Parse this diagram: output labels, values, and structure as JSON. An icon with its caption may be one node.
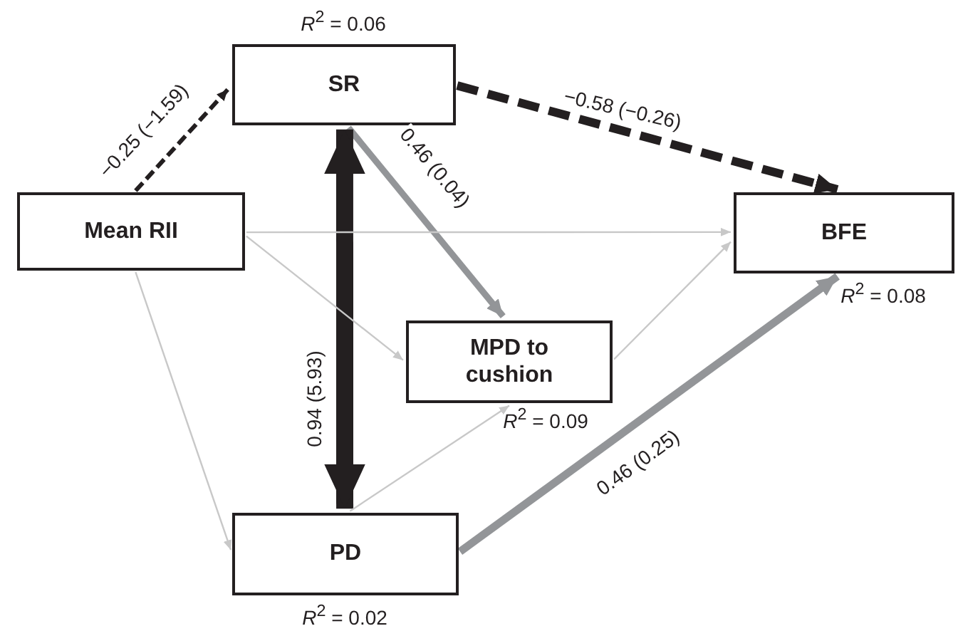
{
  "diagram": {
    "nodes": [
      {
        "text": [
          "Mean RII"
        ]
      },
      {
        "text": [
          "SR"
        ],
        "beside": [
          "*R*$^{2}$ = 0.06"
        ]
      },
      {
        "text": [
          "BFE"
        ],
        "beside": [
          "*R*$^{2}$ = 0.08"
        ]
      },
      {
        "text": [
          "MPD to cushion"
        ],
        "beside": [
          "*R*$^{2}$ = 0.09"
        ]
      },
      {
        "text": [
          "PD"
        ],
        "beside": [
          "*R*$^{2}$ = 0.02"
        ]
      }
    ],
    "edges": [
      {
        "from": 0,
        "to": 1,
        "arrow": "to",
        "label": "−0.25 (−1.59)",
        "style": "dashed",
        "color": "#231f20"
      },
      {
        "from": 1,
        "to": 2,
        "arrow": "to",
        "label": "−0.58 (−0.26)",
        "style": "dashed",
        "color": "#231f20"
      },
      {
        "from": 1,
        "to": 3,
        "arrow": "to",
        "label": "0.46 (0.04)",
        "style": "thick",
        "color": "#939598"
      },
      {
        "from": 1,
        "to": 4,
        "arrow": "both",
        "label": "0.94 (5.93)",
        "style": "thick",
        "color": "#231f20"
      },
      {
        "from": 0,
        "to": 2,
        "arrow": "to"
      },
      {
        "from": 0,
        "to": 3,
        "arrow": "to"
      },
      {
        "from": 0,
        "to": 4,
        "arrow": "to"
      },
      {
        "from": 3,
        "to": 2,
        "arrow": "to"
      },
      {
        "from": 4,
        "to": 3,
        "arrow": "to"
      },
      {
        "from": 4,
        "to": 2,
        "arrow": "to",
        "label": "0.46 (0.25)",
        "style": "thick",
        "color": "#939598"
      }
    ]
  }
}
